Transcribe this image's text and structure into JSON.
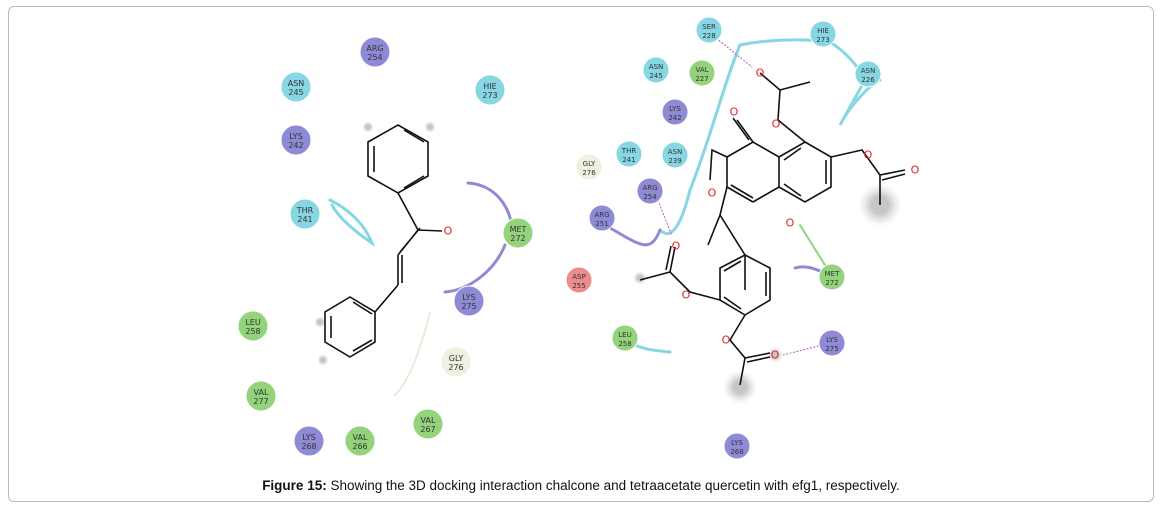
{
  "caption": {
    "label": "Figure 15:",
    "text": " Showing the 3D docking interaction chalcone and tetraacetate quercetin with efg1, respectively."
  },
  "atom_label": "O",
  "colors": {
    "polar": "#86d6e3",
    "positive": "#8f8ad6",
    "hydrophobic": "#93d37c",
    "glycine": "#f0f0e0",
    "negative": "#ec8c8c",
    "bond": "#111",
    "oxygen": "#d22"
  },
  "left_residues": [
    {
      "name": "ARG",
      "num": "254",
      "type": "positive"
    },
    {
      "name": "ASN",
      "num": "245",
      "type": "polar"
    },
    {
      "name": "HIE",
      "num": "273",
      "type": "polar"
    },
    {
      "name": "LYS",
      "num": "242",
      "type": "positive"
    },
    {
      "name": "THR",
      "num": "241",
      "type": "polar"
    },
    {
      "name": "MET",
      "num": "272",
      "type": "hydrophobic"
    },
    {
      "name": "LYS",
      "num": "275",
      "type": "positive"
    },
    {
      "name": "LEU",
      "num": "258",
      "type": "hydrophobic"
    },
    {
      "name": "GLY",
      "num": "276",
      "type": "glycine"
    },
    {
      "name": "VAL",
      "num": "277",
      "type": "hydrophobic"
    },
    {
      "name": "VAL",
      "num": "267",
      "type": "hydrophobic"
    },
    {
      "name": "LYS",
      "num": "268",
      "type": "positive"
    },
    {
      "name": "VAL",
      "num": "266",
      "type": "hydrophobic"
    }
  ],
  "right_residues": [
    {
      "name": "SER",
      "num": "228",
      "type": "polar"
    },
    {
      "name": "HIE",
      "num": "273",
      "type": "polar"
    },
    {
      "name": "ASN",
      "num": "245",
      "type": "polar"
    },
    {
      "name": "VAL",
      "num": "227",
      "type": "hydrophobic"
    },
    {
      "name": "ASN",
      "num": "226",
      "type": "polar"
    },
    {
      "name": "LYS",
      "num": "242",
      "type": "positive"
    },
    {
      "name": "THR",
      "num": "241",
      "type": "polar"
    },
    {
      "name": "ASN",
      "num": "239",
      "type": "polar"
    },
    {
      "name": "GLY",
      "num": "276",
      "type": "glycine"
    },
    {
      "name": "ARG",
      "num": "254",
      "type": "positive"
    },
    {
      "name": "ARG",
      "num": "251",
      "type": "positive"
    },
    {
      "name": "ASP",
      "num": "255",
      "type": "negative"
    },
    {
      "name": "MET",
      "num": "272",
      "type": "hydrophobic"
    },
    {
      "name": "LEU",
      "num": "258",
      "type": "hydrophobic"
    },
    {
      "name": "LYS",
      "num": "275",
      "type": "positive"
    },
    {
      "name": "LYS",
      "num": "268",
      "type": "positive"
    }
  ]
}
